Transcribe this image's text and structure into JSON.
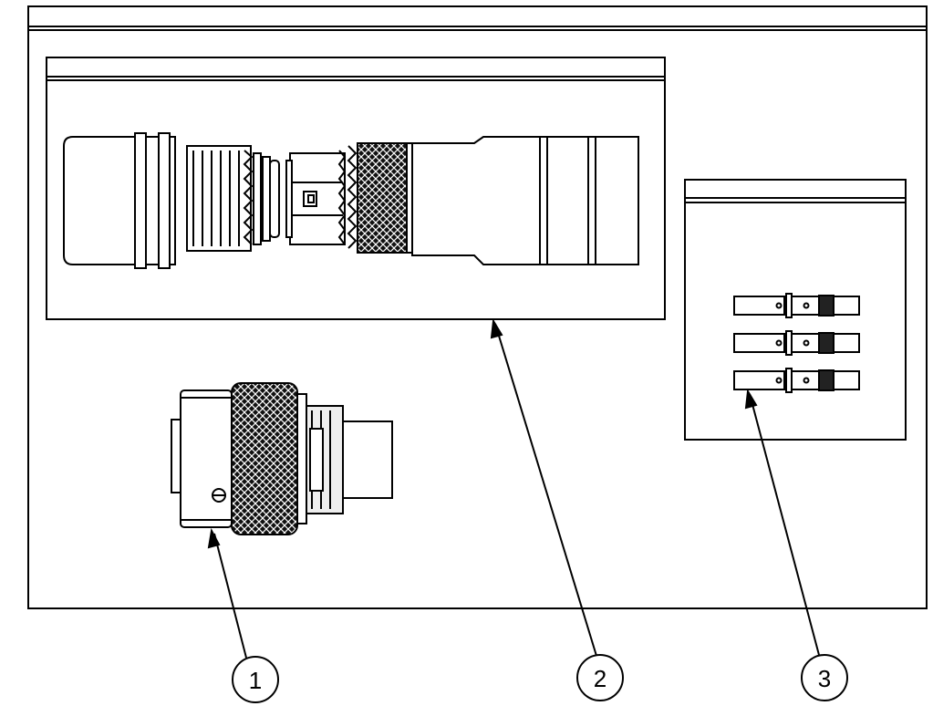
{
  "callouts": [
    {
      "id": "1",
      "label": "1"
    },
    {
      "id": "2",
      "label": "2"
    },
    {
      "id": "3",
      "label": "3"
    }
  ],
  "colors": {
    "line": "#000000",
    "fill": "#ffffff"
  }
}
